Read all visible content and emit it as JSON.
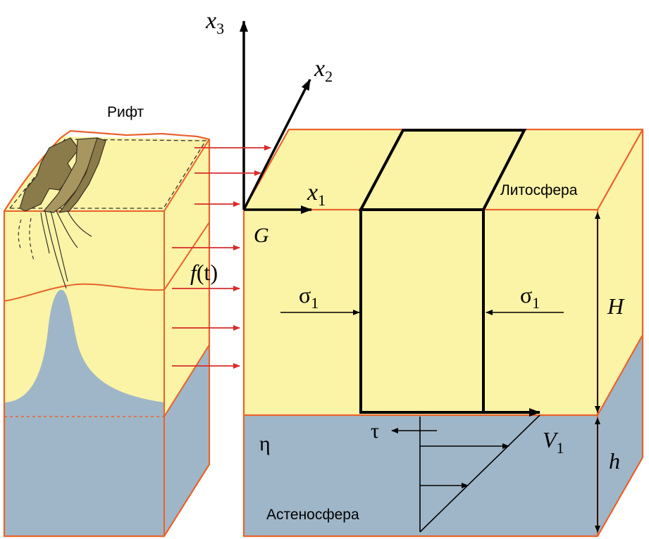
{
  "labels": {
    "rift": "Рифт",
    "lithosphere": "Литосфера",
    "asthenosphere": "Астеносфера",
    "axis_x1": "x",
    "axis_x1_sub": "1",
    "axis_x2": "x",
    "axis_x2_sub": "2",
    "axis_x3": "x",
    "axis_x3_sub": "3",
    "point_g": "G",
    "force_f": "f",
    "force_t": "(t)",
    "sigma_left": "σ",
    "sigma_left_sub": "1",
    "sigma_right": "σ",
    "sigma_right_sub": "1",
    "thickness_H": "H",
    "thickness_h": "h",
    "viscosity": "η",
    "shear": "τ",
    "velocity": "V",
    "velocity_sub": "1"
  },
  "colors": {
    "lithosphere": "#fbf3a6",
    "asthenosphere": "#9fb6c8",
    "outline": "#e8632c",
    "arrow_red": "#d92b2b",
    "fault_block": "#8b7b4a",
    "fault_block_light": "#a89660",
    "ink": "#000000"
  }
}
